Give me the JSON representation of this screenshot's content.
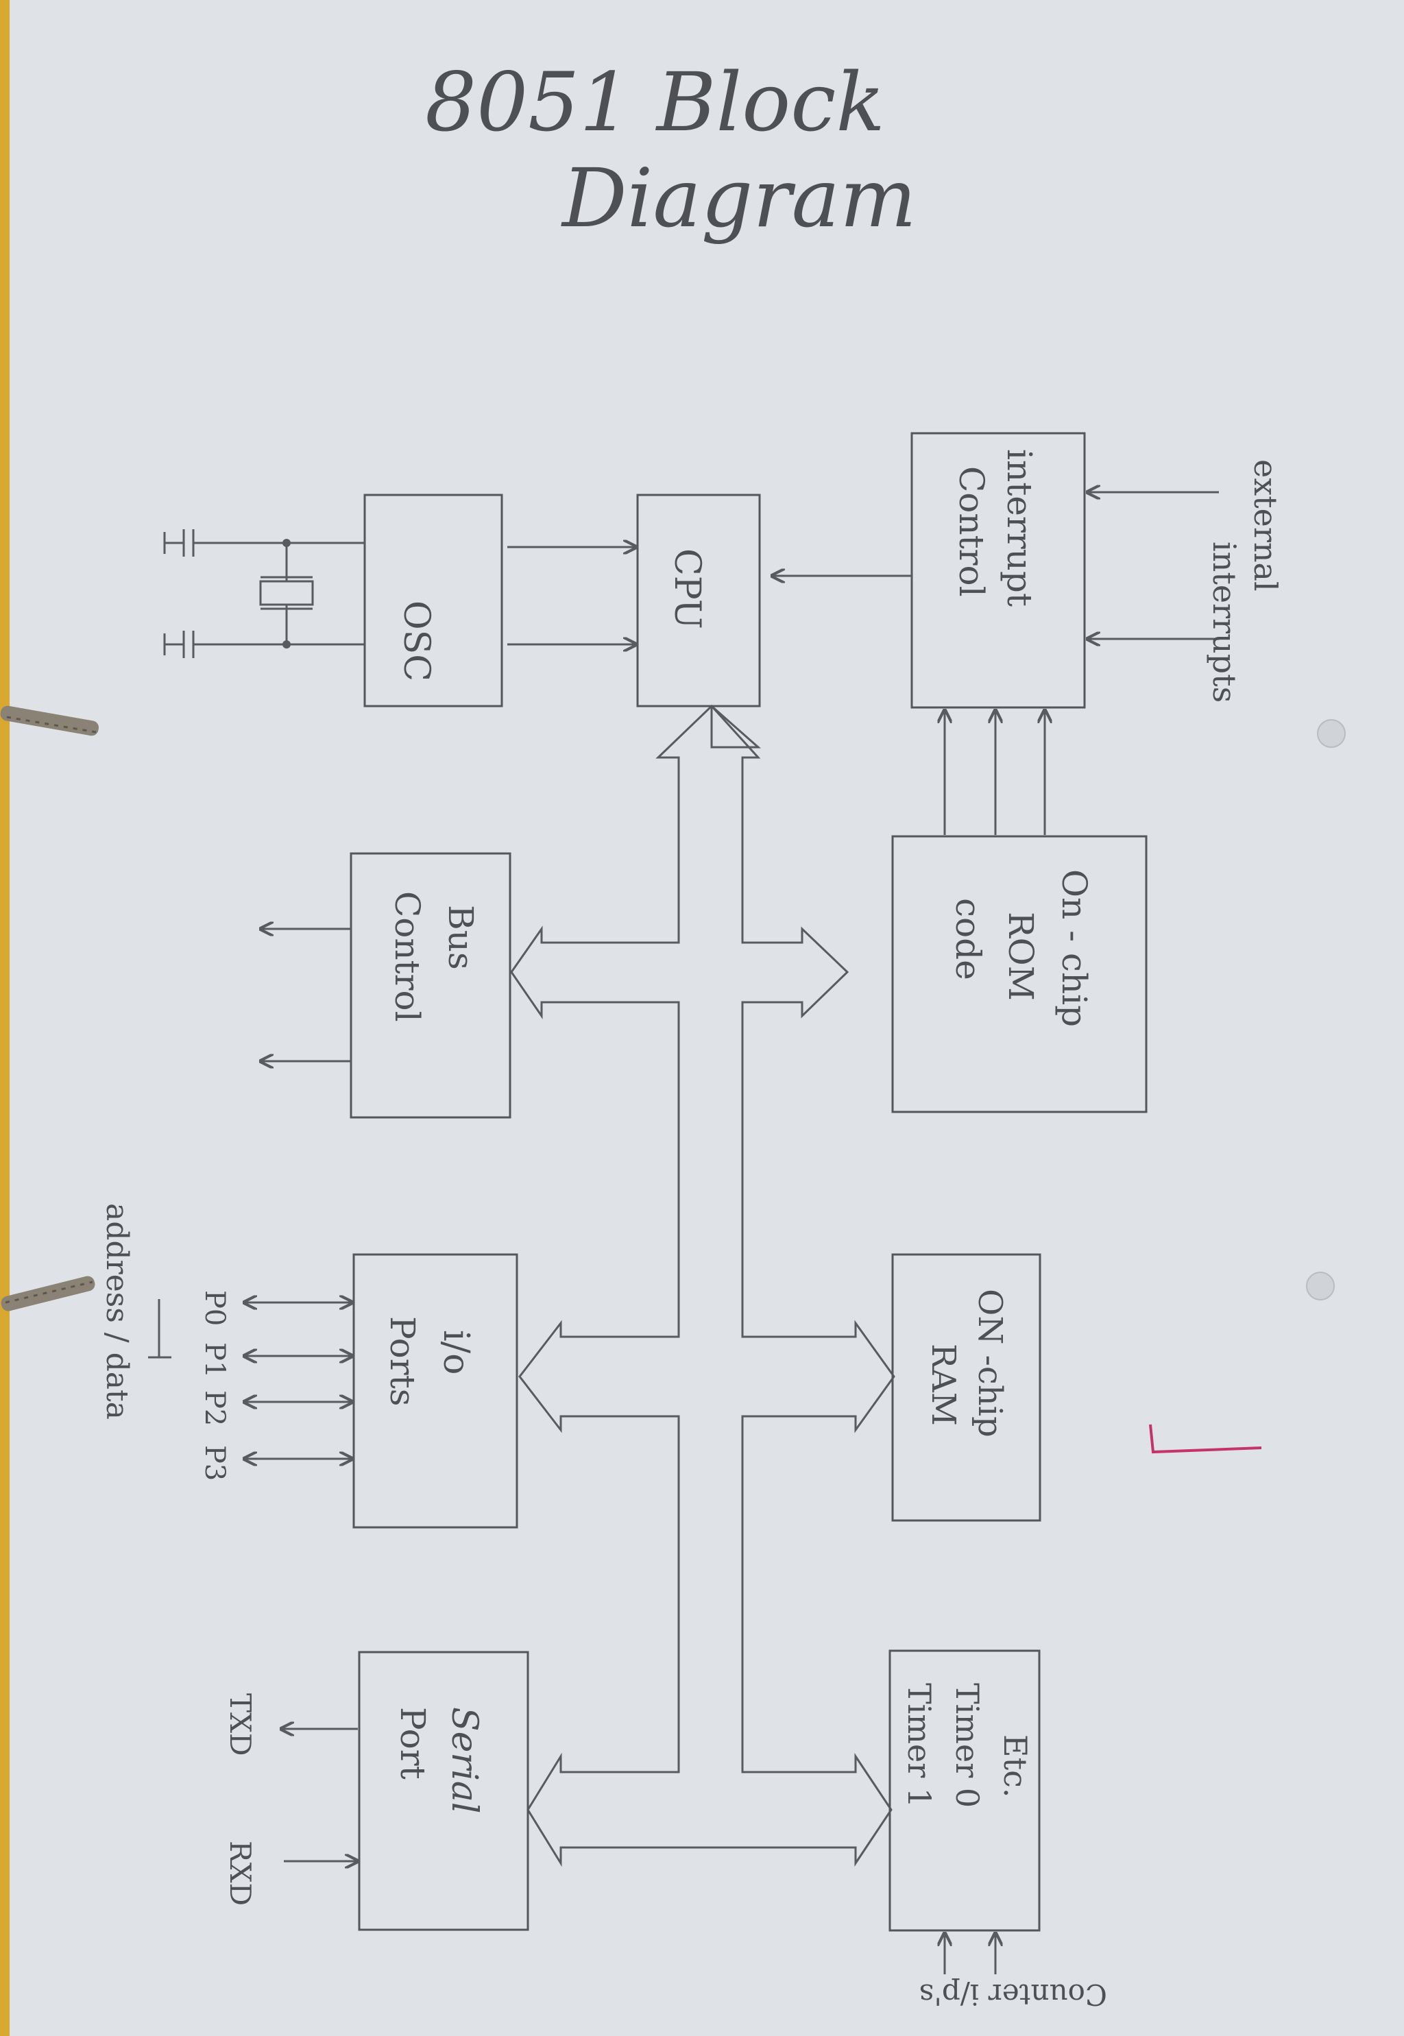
{
  "title": {
    "line1": "8051 Block",
    "line2": "Diagram"
  },
  "blocks": {
    "osc": "OSC",
    "cpu": "CPU",
    "interrupt_control": [
      "interrupt",
      "Control"
    ],
    "bus_control": [
      "Bus",
      "Control"
    ],
    "rom": [
      "On - chip",
      "ROM",
      "code"
    ],
    "io_ports": [
      "i/o",
      "Ports"
    ],
    "ram": [
      "ON -chip",
      "RAM"
    ],
    "serial_port": [
      "Serial",
      "Port"
    ],
    "timers": [
      "Etc.",
      "Timer 0",
      "Timer 1"
    ]
  },
  "labels": {
    "external_interrupts": [
      "external",
      "interrupts"
    ],
    "ports": [
      "P0",
      "P1",
      "P2",
      "P3"
    ],
    "address_data": "address / data",
    "txd": "TXD",
    "rxd": "RXD",
    "counter_inputs": "Counter i/p's"
  },
  "colors": {
    "paper": "#dfe2e6",
    "pencil": "#56575b",
    "tick_mark": "#c4346a",
    "binder_screw": "#8a8275"
  }
}
